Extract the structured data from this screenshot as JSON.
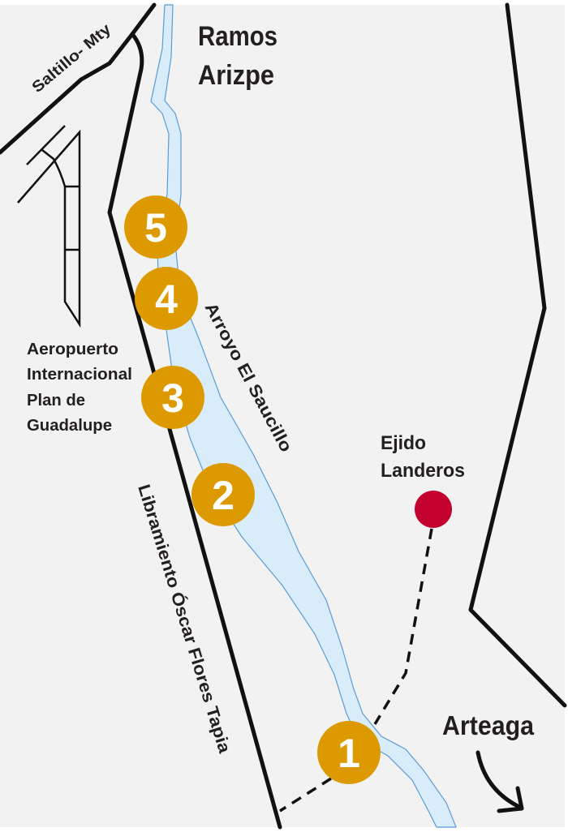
{
  "map": {
    "places": {
      "ramos_line1": "Ramos",
      "ramos_line2": "Arizpe",
      "arteaga": "Arteaga",
      "ejido_line1": "Ejido",
      "ejido_line2": "Landeros"
    },
    "roads": {
      "saltillo_mty": "Saltillo- Mty",
      "libramiento": "Libramiento Óscar Flores Tapia"
    },
    "river": "Arroyo El Saucillo",
    "airport": {
      "line1": "Aeropuerto",
      "line2": "Internacional",
      "line3": "Plan de",
      "line4": "Guadalupe"
    },
    "markers": [
      "1",
      "2",
      "3",
      "4",
      "5"
    ],
    "colors": {
      "background": "#f2f2f2",
      "river_fill": "#d9ecf9",
      "river_stroke": "#5b9bd5",
      "marker": "#dd9a00",
      "ejido_dot": "#c4002f",
      "road": "#111111"
    }
  }
}
